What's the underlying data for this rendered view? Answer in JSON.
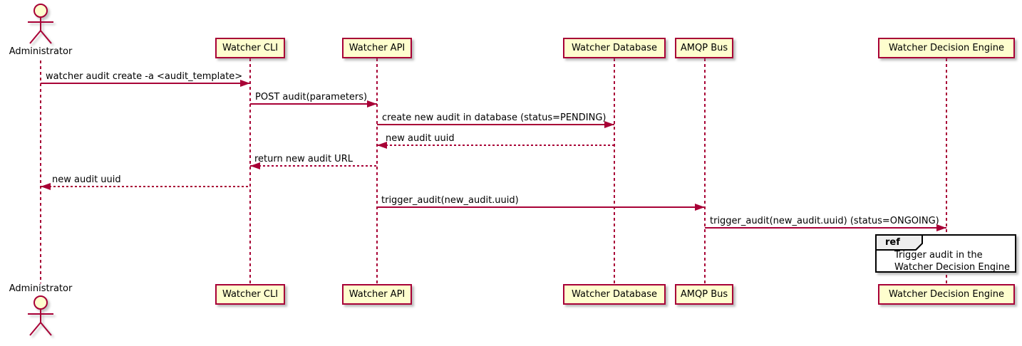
{
  "diagram": {
    "type": "sequence-diagram",
    "colors": {
      "participant_fill": "#FEFECE",
      "participant_border": "#A80036",
      "line_color": "#A80036",
      "text_color": "#000000",
      "ref_border": "#000000",
      "ref_header_fill": "#EEEEEE",
      "ref_body_fill": "#FFFFFF"
    },
    "actor": {
      "label": "Administrator"
    },
    "participants": [
      {
        "label": "Watcher CLI"
      },
      {
        "label": "Watcher API"
      },
      {
        "label": "Watcher Database"
      },
      {
        "label": "AMQP Bus"
      },
      {
        "label": "Watcher Decision Engine"
      }
    ],
    "messages": [
      {
        "text": "watcher audit create -a <audit_template>",
        "from": "Administrator",
        "to": "Watcher CLI",
        "line": "solid",
        "direction": "right"
      },
      {
        "text": "POST audit(parameters)",
        "from": "Watcher CLI",
        "to": "Watcher API",
        "line": "solid",
        "direction": "right"
      },
      {
        "text": "create new audit in database (status=PENDING)",
        "from": "Watcher API",
        "to": "Watcher Database",
        "line": "solid",
        "direction": "right"
      },
      {
        "text": "new audit uuid",
        "from": "Watcher Database",
        "to": "Watcher API",
        "line": "dashed",
        "direction": "left"
      },
      {
        "text": "return new audit URL",
        "from": "Watcher API",
        "to": "Watcher CLI",
        "line": "dashed",
        "direction": "left"
      },
      {
        "text": "new audit uuid",
        "from": "Watcher CLI",
        "to": "Administrator",
        "line": "dashed",
        "direction": "left"
      },
      {
        "text": "trigger_audit(new_audit.uuid)",
        "from": "Watcher API",
        "to": "AMQP Bus",
        "line": "solid",
        "direction": "right"
      },
      {
        "text": "trigger_audit(new_audit.uuid) (status=ONGOING)",
        "from": "AMQP Bus",
        "to": "Watcher Decision Engine",
        "line": "solid",
        "direction": "right"
      }
    ],
    "ref": {
      "keyword": "ref",
      "line1": "Trigger audit in the",
      "line2": "Watcher Decision Engine"
    }
  }
}
